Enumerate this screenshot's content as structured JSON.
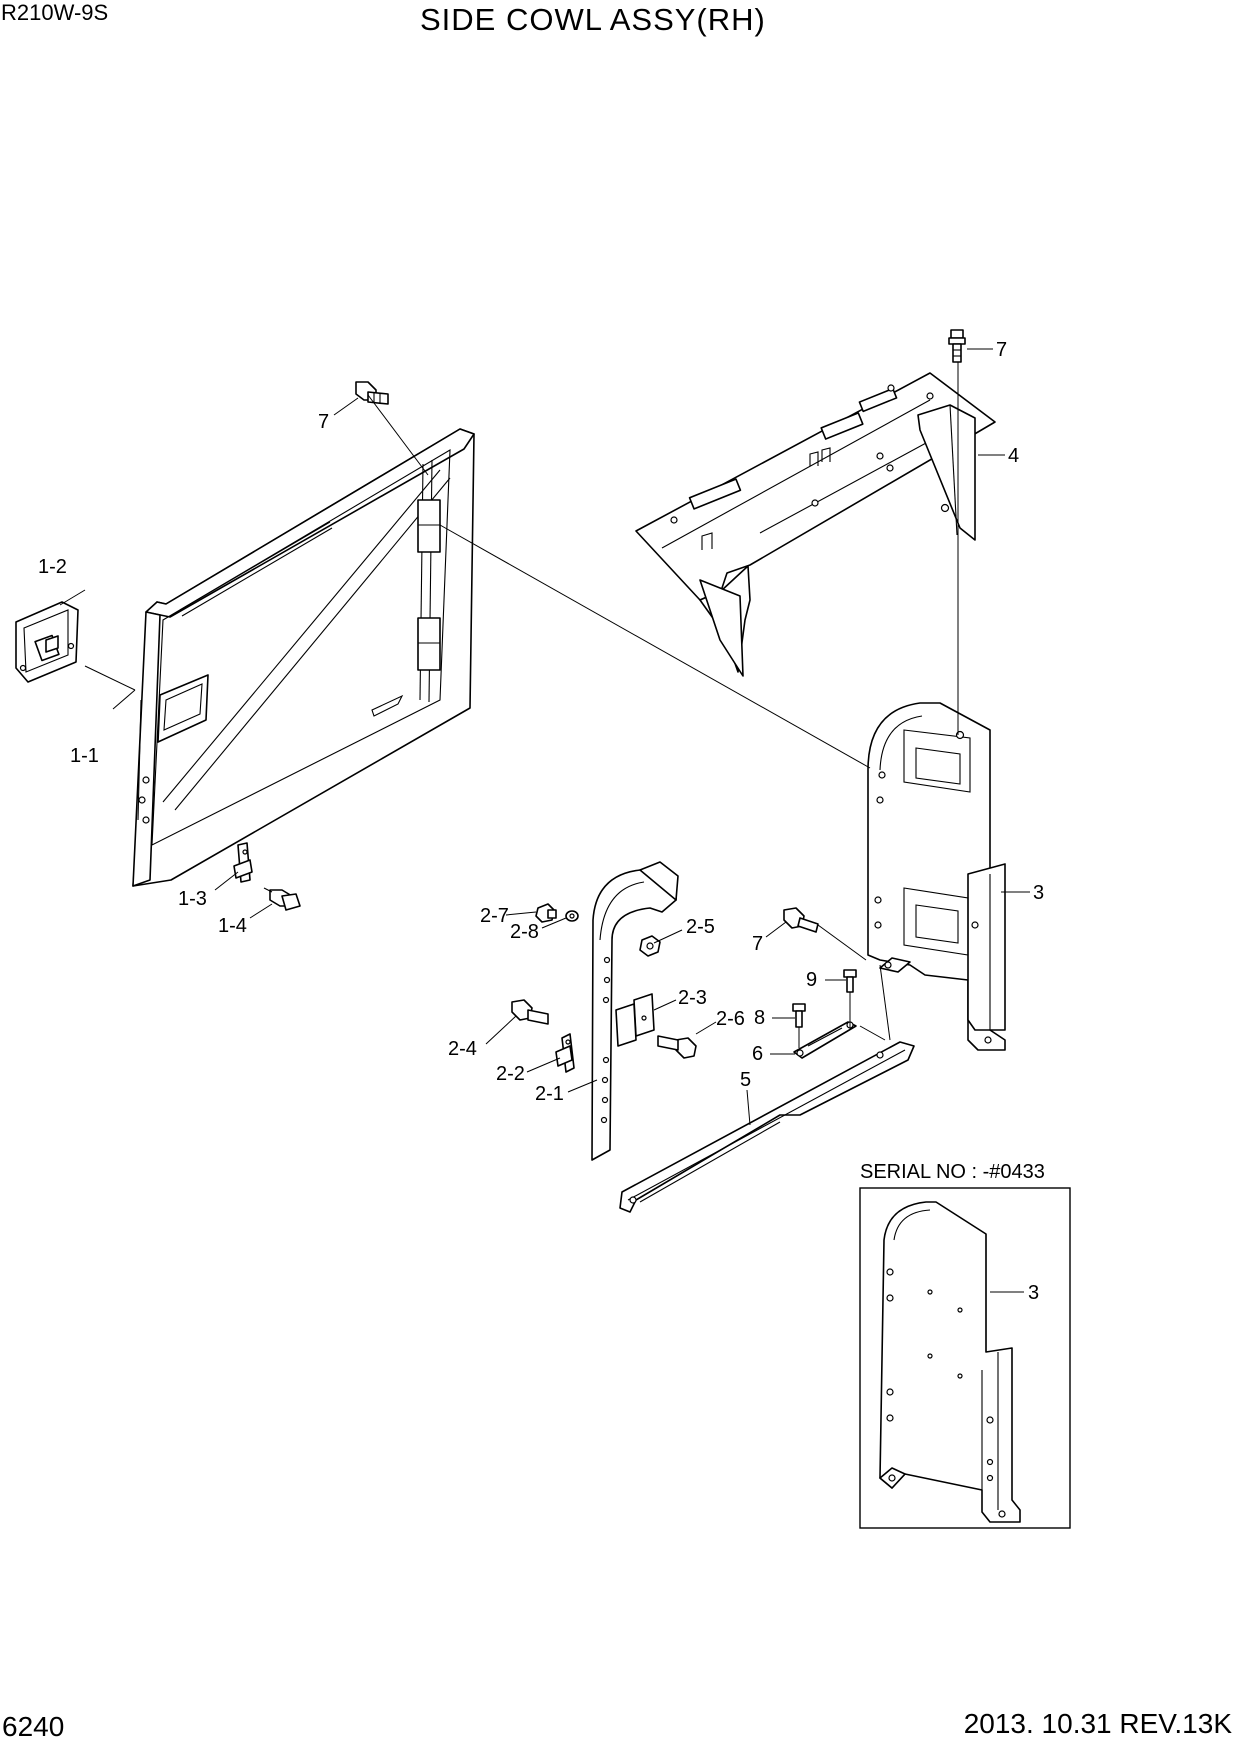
{
  "header": {
    "model": "R210W-9S",
    "title": "SIDE COWL ASSY(RH)"
  },
  "footer": {
    "page_number": "6240",
    "date_revision": "2013. 10.31  REV.13K"
  },
  "callouts": {
    "c7_top": "7",
    "c4": "4",
    "c7_left": "7",
    "c1_2": "1-2",
    "c1_1": "1-1",
    "c1_3": "1-3",
    "c1_4": "1-4",
    "c3": "3",
    "c2_7": "2-7",
    "c2_8": "2-8",
    "c2_5": "2-5",
    "c7_mid": "7",
    "c9": "9",
    "c2_3": "2-3",
    "c8": "8",
    "c2_6": "2-6",
    "c2_4": "2-4",
    "c6": "6",
    "c2_2": "2-2",
    "c5": "5",
    "c2_1": "2-1"
  },
  "inset": {
    "caption": "SERIAL NO : -#0433",
    "callout": "3"
  }
}
